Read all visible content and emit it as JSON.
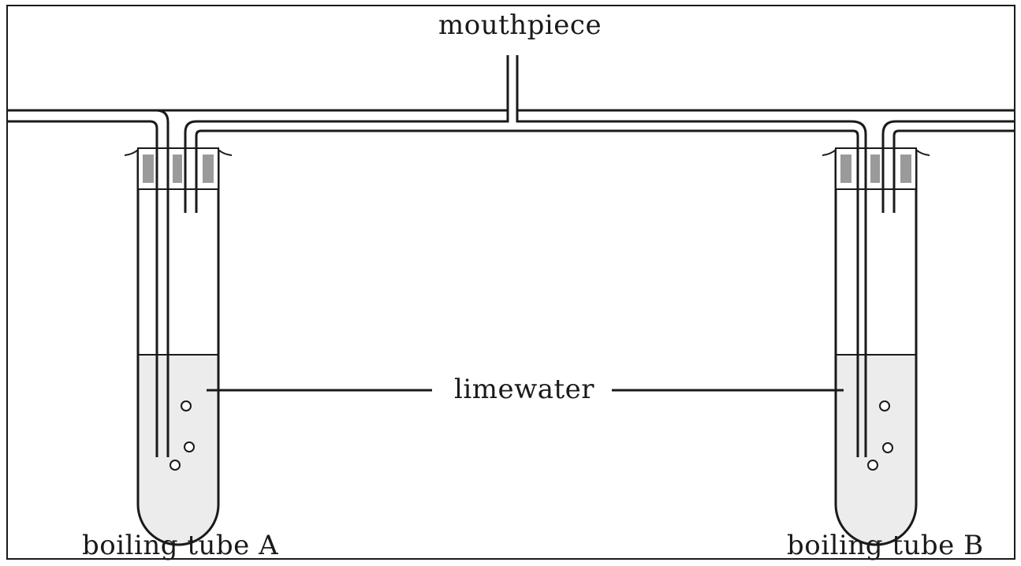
{
  "diagram": {
    "mouthpiece_label": "mouthpiece",
    "limewater_label": "limewater",
    "tube_a_label": "boiling tube A",
    "tube_b_label": "boiling tube B"
  },
  "colors": {
    "stroke": "#1a1a1a",
    "liquid": "#ececec",
    "stopper": "#9a9a9a"
  }
}
